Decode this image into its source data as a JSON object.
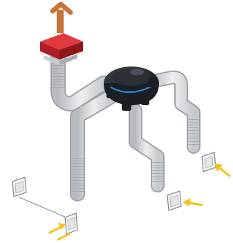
{
  "diagram": {
    "type": "ventilation-system-illustration",
    "components": [
      {
        "id": "roof-outlet",
        "icon": "roof-vent-icon",
        "colors": {
          "chimney": "#c9733a",
          "housing": "#c0232b"
        }
      },
      {
        "id": "central-unit",
        "icon": "fan-unit-icon",
        "colors": {
          "body": "#1f2328",
          "accent": "#2f86d6"
        }
      },
      {
        "id": "ducts",
        "icon": "flexible-duct-icon",
        "count": 4,
        "colors": {
          "duct": "#d3d5d8",
          "ribs": "#a7abb0"
        }
      },
      {
        "id": "room-sensors",
        "icon": "sensor-plate-icon",
        "count": 3
      },
      {
        "id": "switch",
        "icon": "wall-switch-icon",
        "count": 1
      },
      {
        "id": "airflow-arrows",
        "icon": "yellow-arrow-icon",
        "count": 4,
        "colors": {
          "arrow": "#f4c31c"
        }
      }
    ]
  }
}
